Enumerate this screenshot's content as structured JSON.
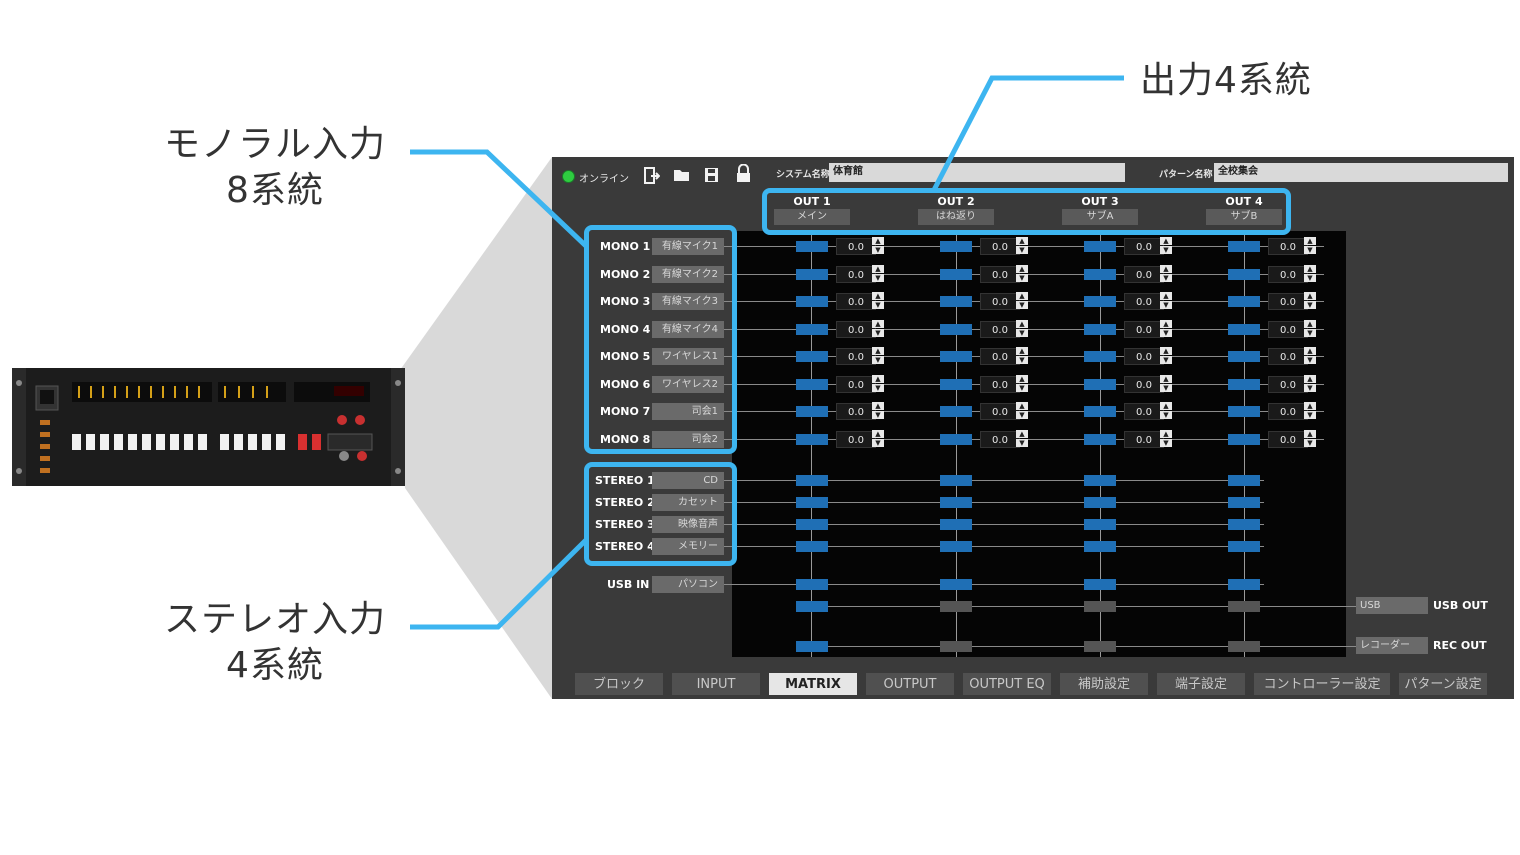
{
  "callouts": {
    "mono_line1": "モノラル入力",
    "mono_line2": "8系統",
    "stereo_line1": "ステレオ入力",
    "stereo_line2": "4系統",
    "output": "出力4系統"
  },
  "header": {
    "status": "オンライン",
    "system_label": "システム名称",
    "system_value": "体育館",
    "pattern_label": "パターン名称",
    "pattern_value": "全校集会"
  },
  "outputs": [
    {
      "label": "OUT 1",
      "name": "メイン"
    },
    {
      "label": "OUT 2",
      "name": "はね返り"
    },
    {
      "label": "OUT 3",
      "name": "サブA"
    },
    {
      "label": "OUT 4",
      "name": "サブB"
    }
  ],
  "mono_inputs": [
    {
      "label": "MONO 1",
      "name": "有線マイク1",
      "values": [
        "0.0",
        "0.0",
        "0.0",
        "0.0"
      ]
    },
    {
      "label": "MONO 2",
      "name": "有線マイク2",
      "values": [
        "0.0",
        "0.0",
        "0.0",
        "0.0"
      ]
    },
    {
      "label": "MONO 3",
      "name": "有線マイク3",
      "values": [
        "0.0",
        "0.0",
        "0.0",
        "0.0"
      ]
    },
    {
      "label": "MONO 4",
      "name": "有線マイク4",
      "values": [
        "0.0",
        "0.0",
        "0.0",
        "0.0"
      ]
    },
    {
      "label": "MONO 5",
      "name": "ワイヤレス1",
      "values": [
        "0.0",
        "0.0",
        "0.0",
        "0.0"
      ]
    },
    {
      "label": "MONO 6",
      "name": "ワイヤレス2",
      "values": [
        "0.0",
        "0.0",
        "0.0",
        "0.0"
      ]
    },
    {
      "label": "MONO 7",
      "name": "司会1",
      "values": [
        "0.0",
        "0.0",
        "0.0",
        "0.0"
      ]
    },
    {
      "label": "MONO 8",
      "name": "司会2",
      "values": [
        "0.0",
        "0.0",
        "0.0",
        "0.0"
      ]
    }
  ],
  "stereo_inputs": [
    {
      "label": "STEREO 1",
      "name": "CD"
    },
    {
      "label": "STEREO 2",
      "name": "カセット"
    },
    {
      "label": "STEREO 3",
      "name": "映像音声"
    },
    {
      "label": "STEREO 4",
      "name": "メモリー"
    }
  ],
  "usb_in": {
    "label": "USB IN",
    "name": "パソコン"
  },
  "usb_out": {
    "label": "USB OUT",
    "name": "USB"
  },
  "rec_out": {
    "label": "REC OUT",
    "name": "レコーダー"
  },
  "tabs": [
    {
      "label": "ブロック",
      "active": false
    },
    {
      "label": "INPUT",
      "active": false
    },
    {
      "label": "MATRIX",
      "active": true
    },
    {
      "label": "OUTPUT",
      "active": false
    },
    {
      "label": "OUTPUT EQ",
      "active": false
    },
    {
      "label": "補助設定",
      "active": false
    },
    {
      "label": "端子設定",
      "active": false
    },
    {
      "label": "コントローラー設定",
      "active": false
    },
    {
      "label": "パターン設定",
      "active": false
    }
  ],
  "colors": {
    "callout_blue": "#3db5f0",
    "crosspoint_on": "#1f6fb5",
    "status_green": "#2ecc40"
  }
}
